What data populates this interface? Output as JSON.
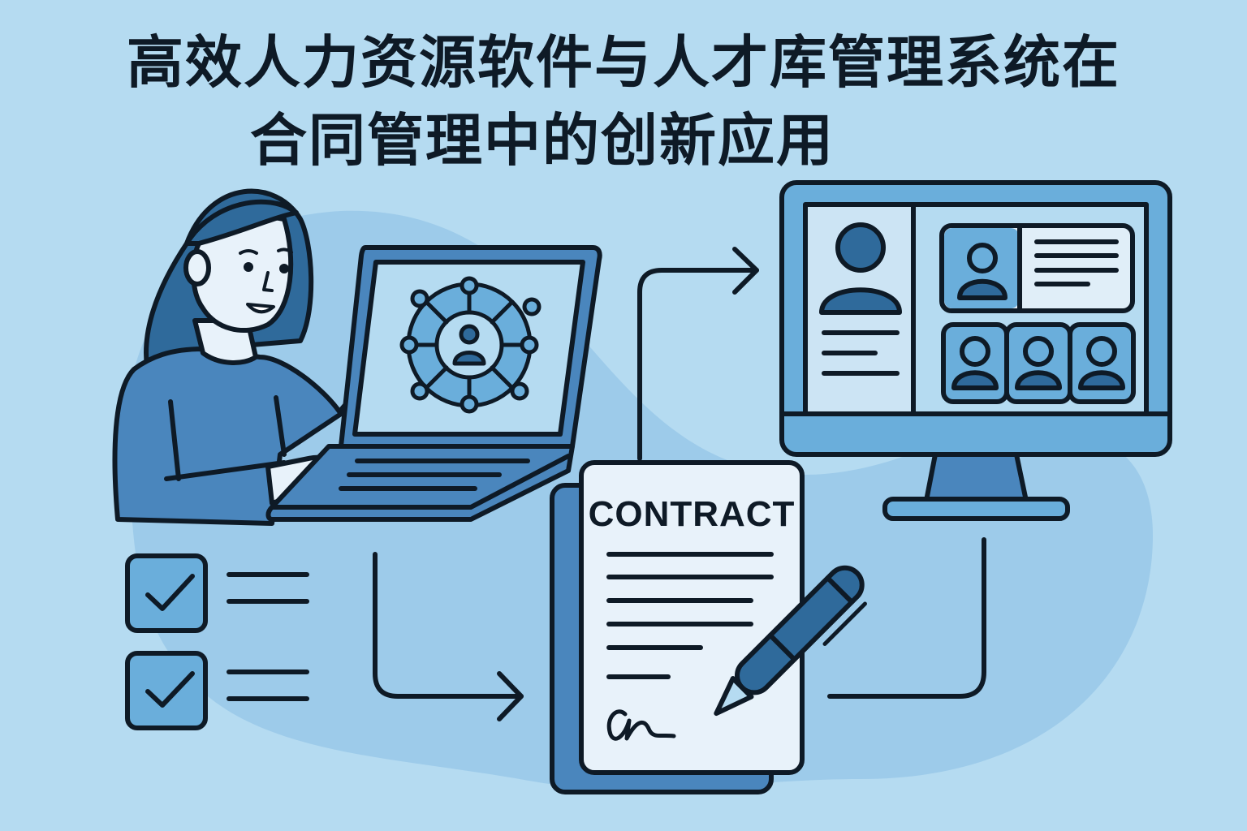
{
  "title": {
    "line1": "高效人力资源软件与人才库管理系统在",
    "line2": "合同管理中的创新应用"
  },
  "contract": {
    "label": "CONTRACT",
    "signature": "an"
  },
  "colors": {
    "background": "#b5dbf1",
    "blob": "#9dcbea",
    "primary_blue": "#4a86bd",
    "dark_blue": "#2f6a9b",
    "light_panel": "#e8f2fa",
    "outline": "#0e1a26"
  },
  "scene": {
    "person": "woman-pointing-at-laptop",
    "laptop_screen": "talent-network-icon",
    "checklist_items": 2,
    "monitor_profiles": 4
  }
}
